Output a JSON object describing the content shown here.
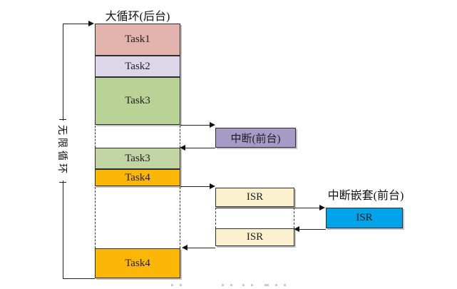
{
  "titles": {
    "background_loop": "大循环(后台)",
    "nested_interrupt": "中断嵌套(前台)"
  },
  "loop": {
    "label": "无限循环"
  },
  "background_stack": {
    "blocks": [
      {
        "id": "task1",
        "label": "Task1",
        "color": "#e2b2ac"
      },
      {
        "id": "task2",
        "label": "Task2",
        "color": "#dcd6e9"
      },
      {
        "id": "task3",
        "label": "Task3",
        "color": "#b9d295"
      },
      {
        "id": "task3-resumed",
        "label": "Task3",
        "color": "#c3d4a4"
      },
      {
        "id": "task4",
        "label": "Task4",
        "color": "#fcb606"
      },
      {
        "id": "task4-resumed",
        "label": "Task4",
        "color": "#fcb606"
      }
    ]
  },
  "foreground": {
    "interrupt": {
      "label": "中断(前台)",
      "color": "#a69ac6"
    },
    "isr_level1_first": {
      "label": "ISR",
      "color": "#fcf1cf"
    },
    "isr_level1_resumed": {
      "label": "ISR",
      "color": "#fcf1cf"
    },
    "isr_nested": {
      "label": "ISR",
      "color": "#00a2e8"
    }
  }
}
